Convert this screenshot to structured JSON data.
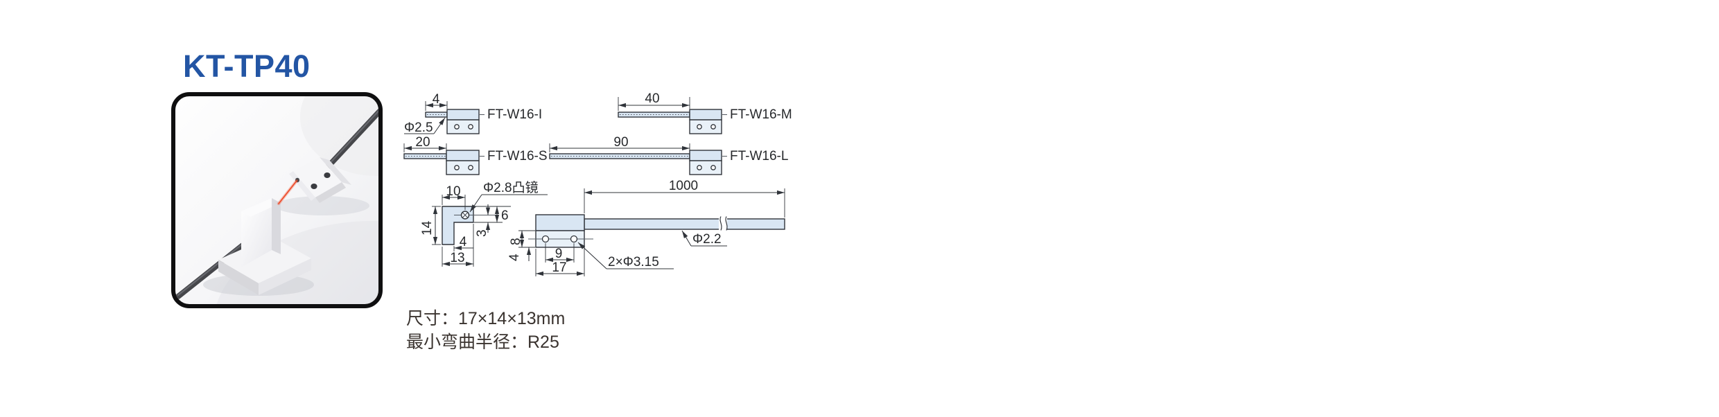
{
  "title": "KT-TP40",
  "colors": {
    "accent_blue": "#2355a4",
    "drawing_fill": "#d9e6f3",
    "laser_red": "#ee4d2c",
    "line": "#30343a"
  },
  "drawing": {
    "variants": [
      {
        "label": "FT-W16-I",
        "length": "4"
      },
      {
        "label": "FT-W16-M",
        "length": "40"
      },
      {
        "label": "FT-W16-S",
        "length": "20"
      },
      {
        "label": "FT-W16-L",
        "length": "90"
      }
    ],
    "tip_label": "Φ2.5",
    "lens_label": "Φ2.8凸镜",
    "side": {
      "w_top": "10",
      "h": "14",
      "t_top": "6",
      "lens_step": "3",
      "leg": "4",
      "w_bottom": "13"
    },
    "front": {
      "h_lower": "8",
      "hole_bottom": "4",
      "hole_pitch": "9",
      "w": "17",
      "holes": "2×Φ3.15"
    },
    "cable": {
      "length": "1000",
      "dia": "Φ2.2"
    }
  },
  "specs": {
    "size_line": "尺寸：17×14×13mm",
    "bend_line": "最小弯曲半径：R25"
  }
}
